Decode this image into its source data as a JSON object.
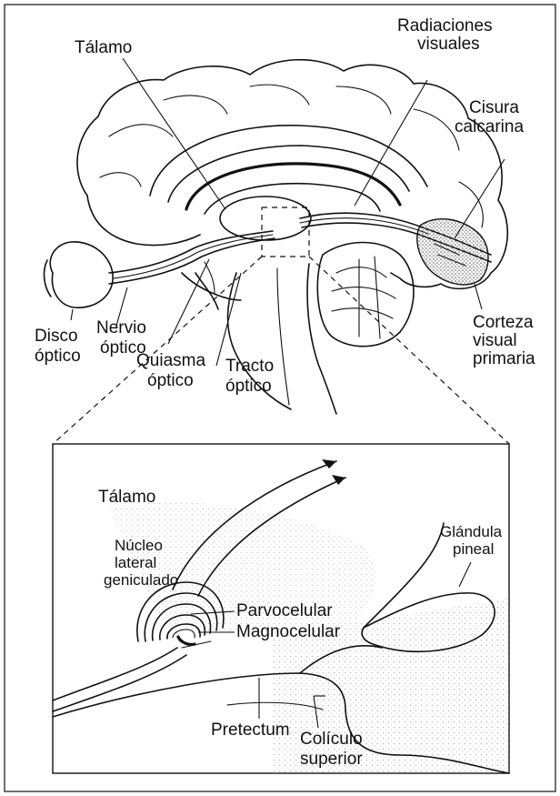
{
  "upper_labels": {
    "talamo": "Tálamo",
    "radiaciones_1": "Radiaciones",
    "radiaciones_2": "visuales",
    "cisura_1": "Cisura",
    "cisura_2": "calcarina",
    "corteza_1": "Corteza",
    "corteza_2": "visual",
    "corteza_3": "primaria",
    "disco_1": "Disco",
    "disco_2": "óptico",
    "nervio_1": "Nervio",
    "nervio_2": "óptico",
    "quiasma_1": "Quiasma",
    "quiasma_2": "óptico",
    "tracto_1": "Tracto",
    "tracto_2": "óptico"
  },
  "inset_labels": {
    "talamo": "Tálamo",
    "nucleo_1": "Núcleo",
    "nucleo_2": "lateral",
    "nucleo_3": "geniculado",
    "glandula_1": "Glándula",
    "glandula_2": "pineal",
    "parvocelular": "Parvocelular",
    "magnocelular": "Magnocelular",
    "pretectum": "Pretectum",
    "coliculo_1": "Colículo",
    "coliculo_2": "superior"
  },
  "colors": {
    "line": "#111111",
    "background": "#ffffff",
    "stipple": "#9a9a9a"
  }
}
